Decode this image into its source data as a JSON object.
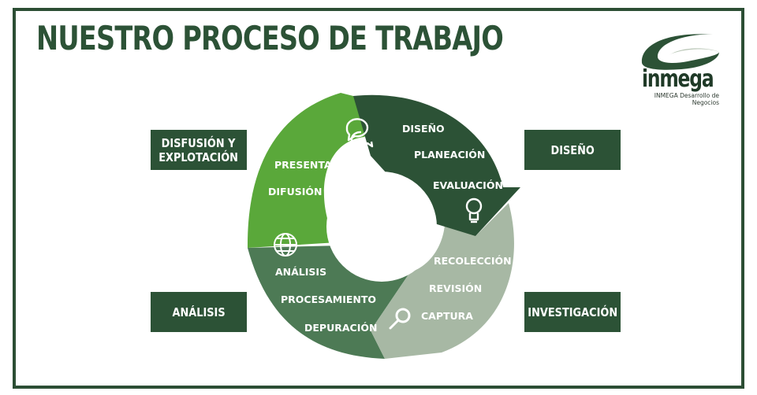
{
  "title": "NUESTRO PROCESO DE TRABAJO",
  "logo": {
    "name": "inmega",
    "tagline": "INMEGA Desarrollo de Negocios"
  },
  "stages": {
    "difusion": "DISFUSIÓN Y\nEXPLOTACIÓN",
    "diseno": "DISEÑO",
    "analisis": "ANÁLISIS",
    "investigacion": "INVESTIGACIÓN"
  },
  "cycle": {
    "diseno_steps": [
      "DISEÑO",
      "PLANEACIÓN",
      "EVALUACIÓN"
    ],
    "investigacion_steps": [
      "RECOLECCIÓN",
      "REVISIÓN",
      "CAPTURA"
    ],
    "analisis_steps": [
      "ANÁLISIS",
      "PROCESAMIENTO",
      "DEPURACIÓN"
    ],
    "difusion_steps": [
      "PRESENTACIÓN",
      "DIFUSIÓN"
    ]
  },
  "colors": {
    "dark_green": "#2c5236",
    "light_green": "#5aa83a",
    "mid_green": "#4d7a55",
    "sage": "#a7b8a4"
  },
  "icons": {
    "difusion": "chat-bubbles-icon",
    "diseno": "lightbulb-icon",
    "investigacion": "magnifier-icon",
    "analisis": "globe-icon"
  }
}
